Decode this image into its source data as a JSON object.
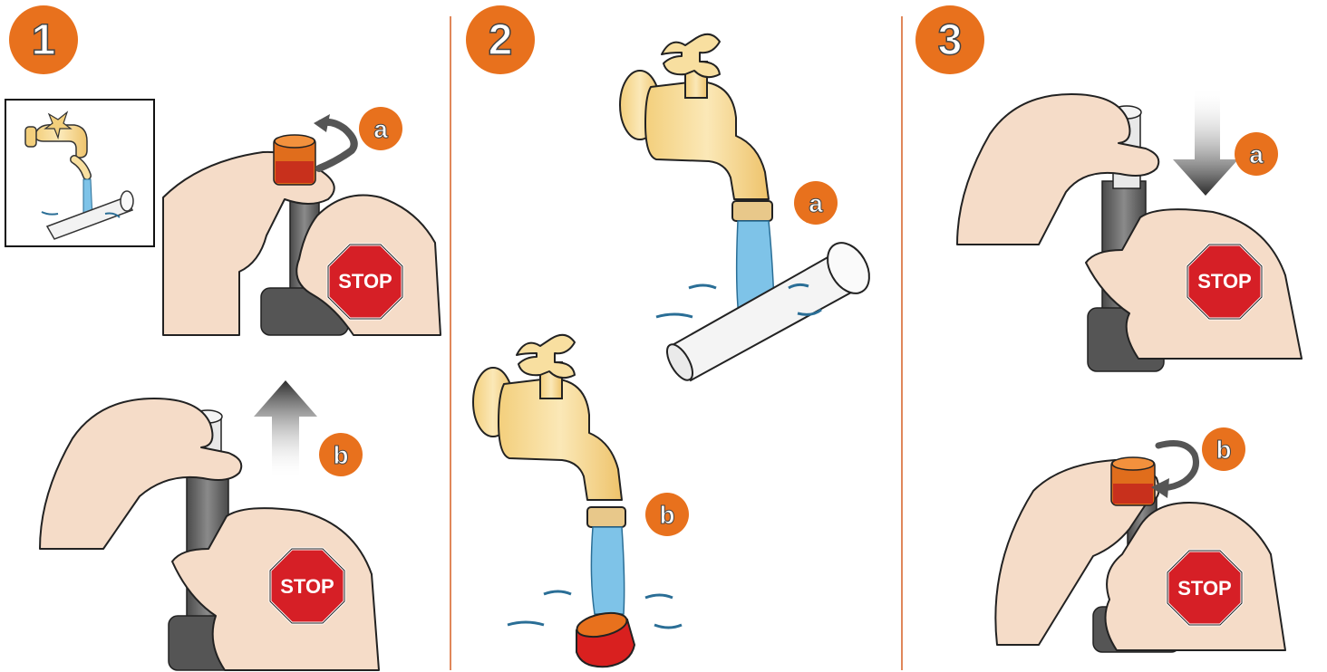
{
  "steps": [
    {
      "number": "1",
      "sub_a": "a",
      "sub_b": "b",
      "stop_a": "STOP",
      "stop_b": "STOP"
    },
    {
      "number": "2",
      "sub_a": "a",
      "sub_b": "b"
    },
    {
      "number": "3",
      "sub_a": "a",
      "sub_b": "b",
      "stop_a": "STOP",
      "stop_b": "STOP"
    }
  ],
  "colors": {
    "accent_orange": "#e8711d",
    "divider": "#e0875a",
    "stop_red": "#d61f26",
    "skin": "#f5dcc8",
    "brass": "#f8dfa0",
    "water": "#7ec3e8",
    "sprinkler_body": "#6e6e6e",
    "nozzle_orange": "#e06d1c"
  },
  "icons": [
    "faucet-icon",
    "hand-icon",
    "stop-sign-icon",
    "arrow-up-icon",
    "arrow-down-icon",
    "rotate-arrow-icon",
    "filter-screen-icon",
    "nozzle-icon",
    "sprinkler-body-icon"
  ]
}
